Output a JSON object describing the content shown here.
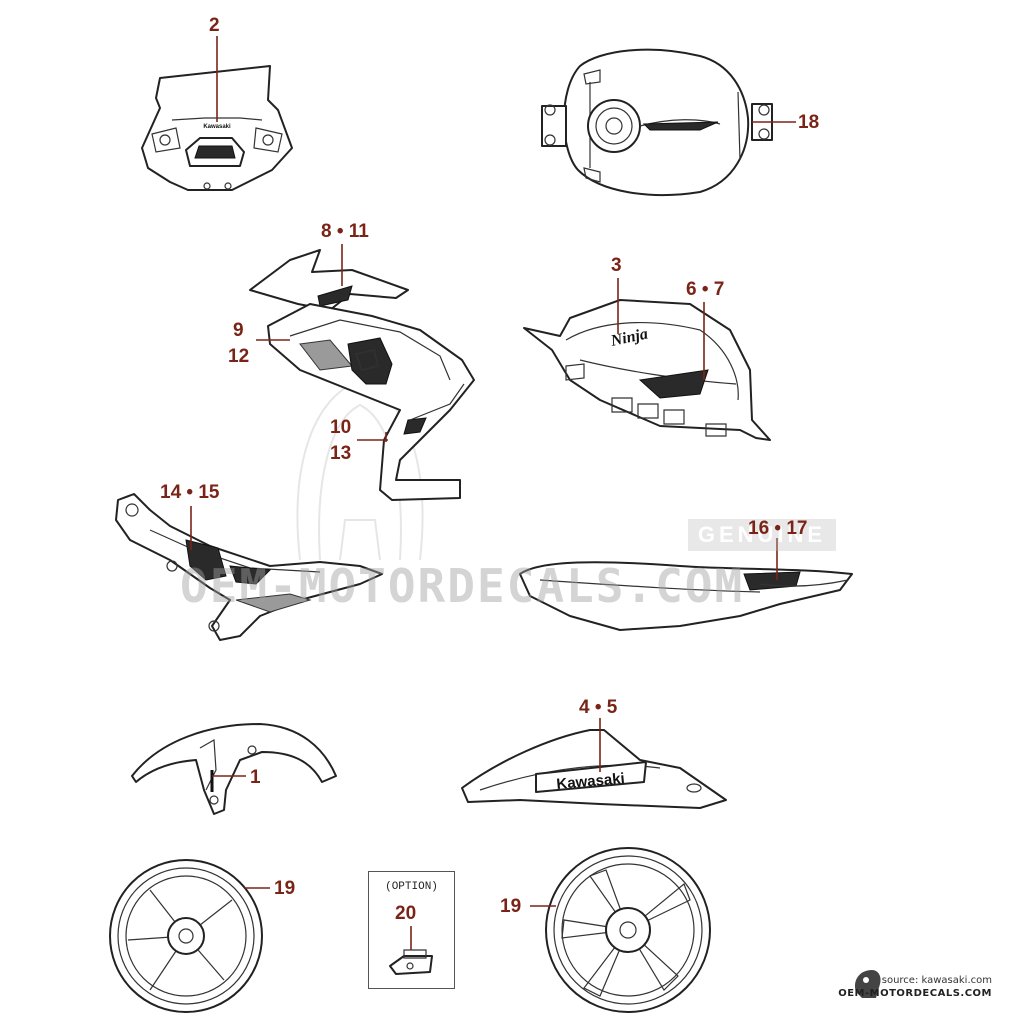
{
  "callouts": {
    "c2": "2",
    "c18": "18",
    "c8_11": "8 • 11",
    "c3": "3",
    "c6_7": "6 • 7",
    "c9": "9",
    "c12": "12",
    "c10": "10",
    "c13": "13",
    "c14_15": "14 • 15",
    "c16_17": "16 • 17",
    "c4_5": "4 • 5",
    "c1": "1",
    "c19_left": "19",
    "c19_right": "19",
    "c20": "20"
  },
  "option_label": "(OPTION)",
  "decal_text": {
    "kawasaki": "Kawasaki",
    "ninja": "Ninja",
    "windshield_logo": "Kawasaki"
  },
  "watermark": {
    "band": "OEM-MOTORDECALS.COM",
    "genuine": "GENUINE"
  },
  "source": {
    "line1": "source: kawasaki.com",
    "line2": "OEM-MOTORDECALS.COM"
  },
  "colors": {
    "callout": "#7a2418",
    "line": "#222222"
  }
}
